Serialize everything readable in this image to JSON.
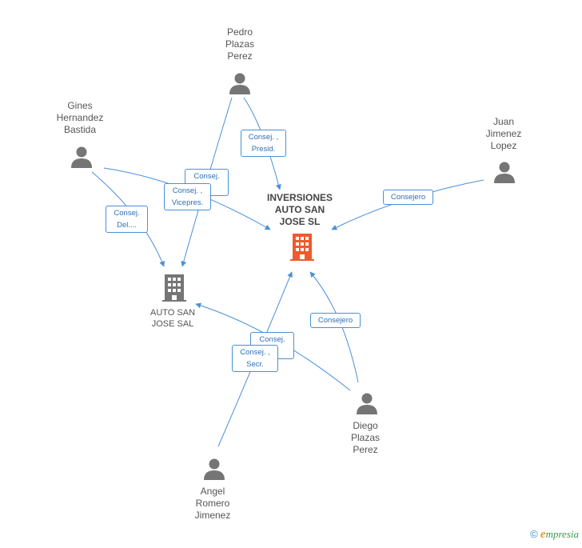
{
  "colors": {
    "edge": "#4a90d9",
    "person": "#757575",
    "company_main": "#f15a2b",
    "company_other": "#757575",
    "label_border": "#4a90d9"
  },
  "nodes": {
    "pedro": {
      "label": "Pedro\nPlazas\nPerez",
      "icon": "person-icon"
    },
    "gines": {
      "label": "Gines\nHernandez\nBastida",
      "icon": "person-icon"
    },
    "juan": {
      "label": "Juan\nJimenez\nLopez",
      "icon": "person-icon"
    },
    "diego": {
      "label": "Diego\nPlazas\nPerez",
      "icon": "person-icon"
    },
    "angel": {
      "label": "Angel\nRomero\nJimenez",
      "icon": "person-icon"
    },
    "inversiones": {
      "label": "INVERSIONES\nAUTO SAN\nJOSE SL",
      "icon": "building-icon"
    },
    "autosanjose": {
      "label": "AUTO SAN\nJOSE SAL",
      "icon": "building-icon"
    }
  },
  "relations": {
    "pedro_inversiones": "Consej. ,\nPresid.",
    "pedro_auto": "Consej.\n...",
    "gines_inversiones": "Consej. ,\nVicepres.",
    "gines_auto": "Consej.\nDel....",
    "juan_inversiones": "Consejero",
    "diego_inversiones": "Consejero",
    "diego_auto": "Consej.\n...",
    "angel_inversiones": "Consej. ,\nSecr."
  },
  "footer": {
    "copyright": "©",
    "brand_initial": "e",
    "brand_rest": "mpresia"
  }
}
